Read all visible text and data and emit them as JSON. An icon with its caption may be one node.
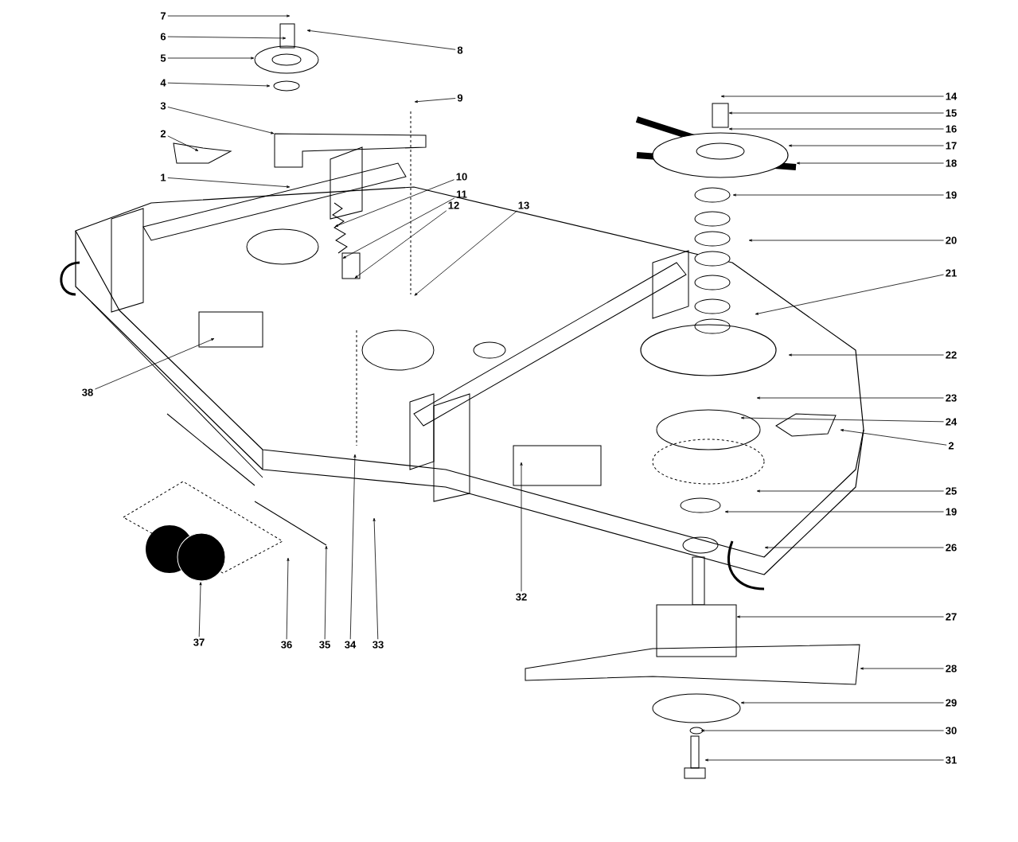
{
  "diagram": {
    "nodes": [
      {
        "text": [
          "1"
        ]
      },
      {
        "text": [
          "2"
        ]
      },
      {
        "text": [
          "3"
        ]
      },
      {
        "text": [
          "4"
        ]
      },
      {
        "text": [
          "5"
        ]
      },
      {
        "text": [
          "6"
        ]
      },
      {
        "text": [
          "7"
        ]
      },
      {
        "text": [
          "8"
        ]
      },
      {
        "text": [
          "9"
        ]
      },
      {
        "text": [
          "10"
        ]
      },
      {
        "text": [
          "11"
        ]
      },
      {
        "text": [
          "12"
        ]
      },
      {
        "text": [
          "13"
        ]
      },
      {
        "text": [
          "14"
        ]
      },
      {
        "text": [
          "15"
        ]
      },
      {
        "text": [
          "16"
        ]
      },
      {
        "text": [
          "17"
        ]
      },
      {
        "text": [
          "18"
        ]
      },
      {
        "text": [
          "19"
        ]
      },
      {
        "text": [
          "20"
        ]
      },
      {
        "text": [
          "21"
        ]
      },
      {
        "text": [
          "22"
        ]
      },
      {
        "text": [
          "23"
        ]
      },
      {
        "text": [
          "24"
        ]
      },
      {
        "text": [
          "2"
        ]
      },
      {
        "text": [
          "25"
        ]
      },
      {
        "text": [
          "19"
        ]
      },
      {
        "text": [
          "26"
        ]
      },
      {
        "text": [
          "27"
        ]
      },
      {
        "text": [
          "28"
        ]
      },
      {
        "text": [
          "29"
        ]
      },
      {
        "text": [
          "30"
        ]
      },
      {
        "text": [
          "31"
        ]
      },
      {
        "text": [
          "32"
        ]
      },
      {
        "text": [
          "33"
        ]
      },
      {
        "text": [
          "34"
        ]
      },
      {
        "text": [
          "35"
        ]
      },
      {
        "text": [
          "36"
        ]
      },
      {
        "text": [
          "37"
        ]
      },
      {
        "text": [
          "38"
        ]
      },
      {
        "text": [],
        "shape": "circle"
      }
    ],
    "edges": [
      {
        "from": 0,
        "to": null,
        "arrow": "to"
      },
      {
        "from": 1,
        "to": null,
        "arrow": "to"
      },
      {
        "from": 2,
        "to": null,
        "arrow": "to"
      },
      {
        "from": 3,
        "to": null,
        "arrow": "to"
      },
      {
        "from": 4,
        "to": null,
        "arrow": "to"
      },
      {
        "from": 5,
        "to": null,
        "arrow": "to"
      },
      {
        "from": 6,
        "to": null,
        "arrow": "to"
      },
      {
        "from": 7,
        "to": null,
        "arrow": "to"
      },
      {
        "from": 8,
        "to": null,
        "arrow": "to"
      },
      {
        "from": 9,
        "to": null,
        "arrow": "to"
      },
      {
        "from": 10,
        "to": null,
        "arrow": "to"
      },
      {
        "from": 11,
        "to": null,
        "arrow": "to"
      },
      {
        "from": 12,
        "to": null,
        "arrow": "to"
      },
      {
        "from": 13,
        "to": null,
        "arrow": "to"
      },
      {
        "from": 14,
        "to": null,
        "arrow": "to"
      },
      {
        "from": 15,
        "to": null,
        "arrow": "to"
      },
      {
        "from": 16,
        "to": null,
        "arrow": "to"
      },
      {
        "from": 17,
        "to": null,
        "arrow": "to"
      },
      {
        "from": 18,
        "to": null,
        "arrow": "to"
      },
      {
        "from": 19,
        "to": null,
        "arrow": "to"
      },
      {
        "from": 20,
        "to": null,
        "arrow": "to"
      },
      {
        "from": 21,
        "to": null,
        "arrow": "to"
      },
      {
        "from": 22,
        "to": null,
        "arrow": "to"
      },
      {
        "from": 23,
        "to": null,
        "arrow": "to"
      },
      {
        "from": 24,
        "to": null,
        "arrow": "to"
      },
      {
        "from": 25,
        "to": null,
        "arrow": "to"
      },
      {
        "from": 26,
        "to": null,
        "arrow": "to"
      },
      {
        "from": 27,
        "to": null,
        "arrow": "to"
      },
      {
        "from": 28,
        "to": null,
        "arrow": "to"
      },
      {
        "from": 29,
        "to": null,
        "arrow": "to"
      },
      {
        "from": 30,
        "to": null,
        "arrow": "to"
      },
      {
        "from": 31,
        "to": null,
        "arrow": "to"
      },
      {
        "from": 32,
        "to": null,
        "arrow": "to"
      },
      {
        "from": 33,
        "to": null,
        "arrow": "to"
      },
      {
        "from": 34,
        "to": null,
        "arrow": "to"
      },
      {
        "from": 35,
        "to": null,
        "arrow": "to"
      },
      {
        "from": 36,
        "to": null,
        "arrow": "to"
      },
      {
        "from": 37,
        "to": null,
        "arrow": "to"
      },
      {
        "from": 38,
        "to": 40,
        "arrow": "to"
      },
      {
        "from": 39,
        "to": null,
        "arrow": "to"
      }
    ]
  }
}
